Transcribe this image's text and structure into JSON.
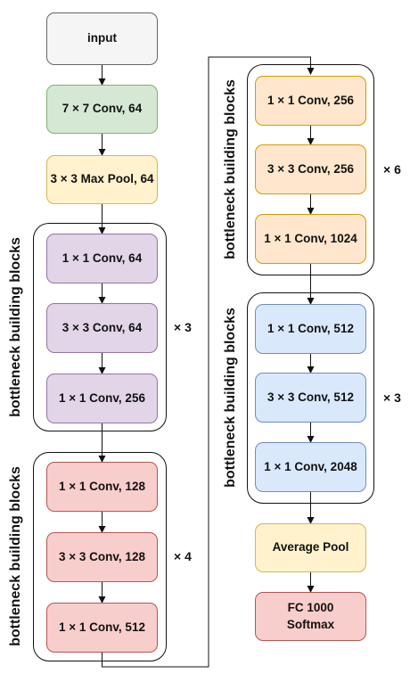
{
  "colors": {
    "input": {
      "fill": "#f5f5f5",
      "stroke": "#666666"
    },
    "green": {
      "fill": "#d5e8d4",
      "stroke": "#82b366"
    },
    "yellow": {
      "fill": "#fff2cc",
      "stroke": "#d6b656"
    },
    "purple": {
      "fill": "#e1d5e7",
      "stroke": "#9673a6"
    },
    "red": {
      "fill": "#f8cecc",
      "stroke": "#b85450"
    },
    "orange": {
      "fill": "#ffe6cc",
      "stroke": "#d79b00"
    },
    "blue": {
      "fill": "#dae8fc",
      "stroke": "#6c8ebf"
    }
  },
  "nodes": {
    "input": {
      "label": "input",
      "color": "input"
    },
    "conv7": {
      "label": "7 × 7 Conv, 64",
      "color": "green"
    },
    "maxpool": {
      "label": "3 × 3 Max Pool, 64",
      "color": "yellow"
    },
    "b1_conv1": {
      "label": "1 × 1 Conv, 64",
      "color": "purple"
    },
    "b1_conv3": {
      "label": "3 × 3 Conv, 64",
      "color": "purple"
    },
    "b1_conv1b": {
      "label": "1 × 1 Conv, 256",
      "color": "purple"
    },
    "b2_conv1": {
      "label": "1 × 1 Conv, 128",
      "color": "red"
    },
    "b2_conv3": {
      "label": "3 × 3 Conv, 128",
      "color": "red"
    },
    "b2_conv1b": {
      "label": "1 × 1 Conv, 512",
      "color": "red"
    },
    "b3_conv1": {
      "label": "1 × 1 Conv, 256",
      "color": "orange"
    },
    "b3_conv3": {
      "label": "3 × 3 Conv, 256",
      "color": "orange"
    },
    "b3_conv1b": {
      "label": "1 × 1 Conv, 1024",
      "color": "orange"
    },
    "b4_conv1": {
      "label": "1 × 1 Conv, 512",
      "color": "blue"
    },
    "b4_conv3": {
      "label": "3 × 3 Conv, 512",
      "color": "blue"
    },
    "b4_conv1b": {
      "label": "1 × 1 Conv, 2048",
      "color": "blue"
    },
    "avgpool": {
      "label": "Average Pool",
      "color": "yellow"
    },
    "fc": {
      "label": "FC 1000\nSoftmax",
      "color": "red"
    }
  },
  "groups": {
    "block1": {
      "label": "bottleneck building blocks",
      "multiplier": "× 3"
    },
    "block2": {
      "label": "bottleneck building blocks",
      "multiplier": "× 4"
    },
    "block3": {
      "label": "bottleneck building blocks",
      "multiplier": "× 6"
    },
    "block4": {
      "label": "bottleneck building blocks",
      "multiplier": "× 3"
    }
  },
  "edges": [
    [
      "input",
      "conv7"
    ],
    [
      "conv7",
      "maxpool"
    ],
    [
      "maxpool",
      "b1_conv1"
    ],
    [
      "b1_conv1",
      "b1_conv3"
    ],
    [
      "b1_conv3",
      "b1_conv1b"
    ],
    [
      "b1_conv1b",
      "b2_conv1"
    ],
    [
      "b2_conv1",
      "b2_conv3"
    ],
    [
      "b2_conv3",
      "b2_conv1b"
    ],
    [
      "b2_conv1b",
      "b3_conv1"
    ],
    [
      "b3_conv1",
      "b3_conv3"
    ],
    [
      "b3_conv3",
      "b3_conv1b"
    ],
    [
      "b3_conv1b",
      "b4_conv1"
    ],
    [
      "b4_conv1",
      "b4_conv3"
    ],
    [
      "b4_conv3",
      "b4_conv1b"
    ],
    [
      "b4_conv1b",
      "avgpool"
    ],
    [
      "avgpool",
      "fc"
    ]
  ]
}
